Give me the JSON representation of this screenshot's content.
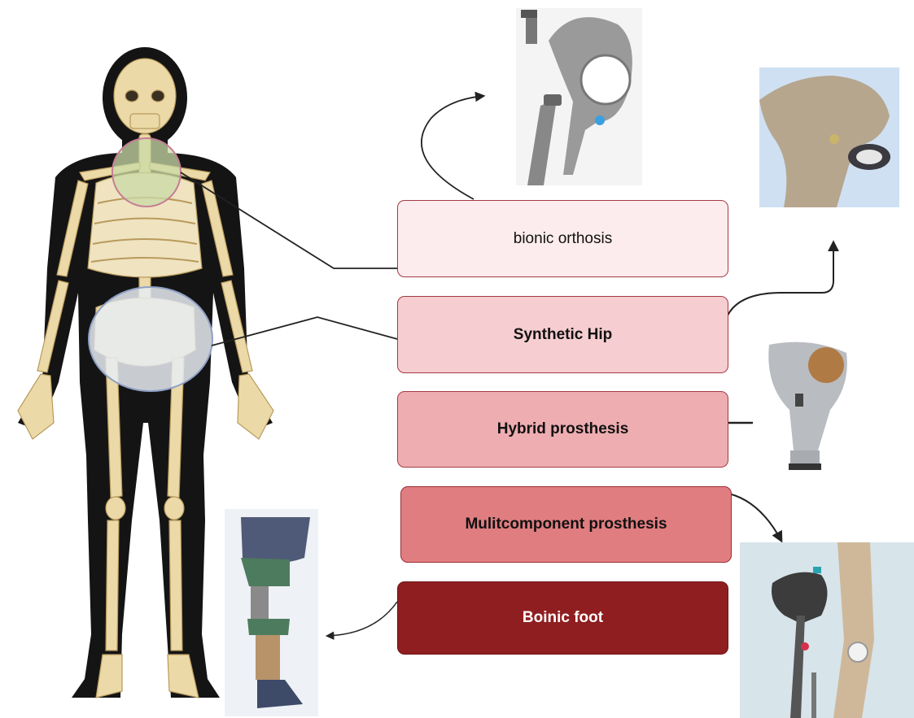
{
  "boxes": [
    {
      "label": "bionic orthosis"
    },
    {
      "label": "Synthetic Hip"
    },
    {
      "label": "Hybrid prosthesis"
    },
    {
      "label": "Mulitcomponent prosthesis"
    },
    {
      "label": "Boinic foot"
    }
  ],
  "colors": {
    "body_silhouette": "#141414",
    "bone": "#ecd9a8",
    "bone_outline": "#b89a5c",
    "box_border": "#a23a44",
    "arrow": "#222222",
    "implant_gray": "#8c8c8c"
  }
}
